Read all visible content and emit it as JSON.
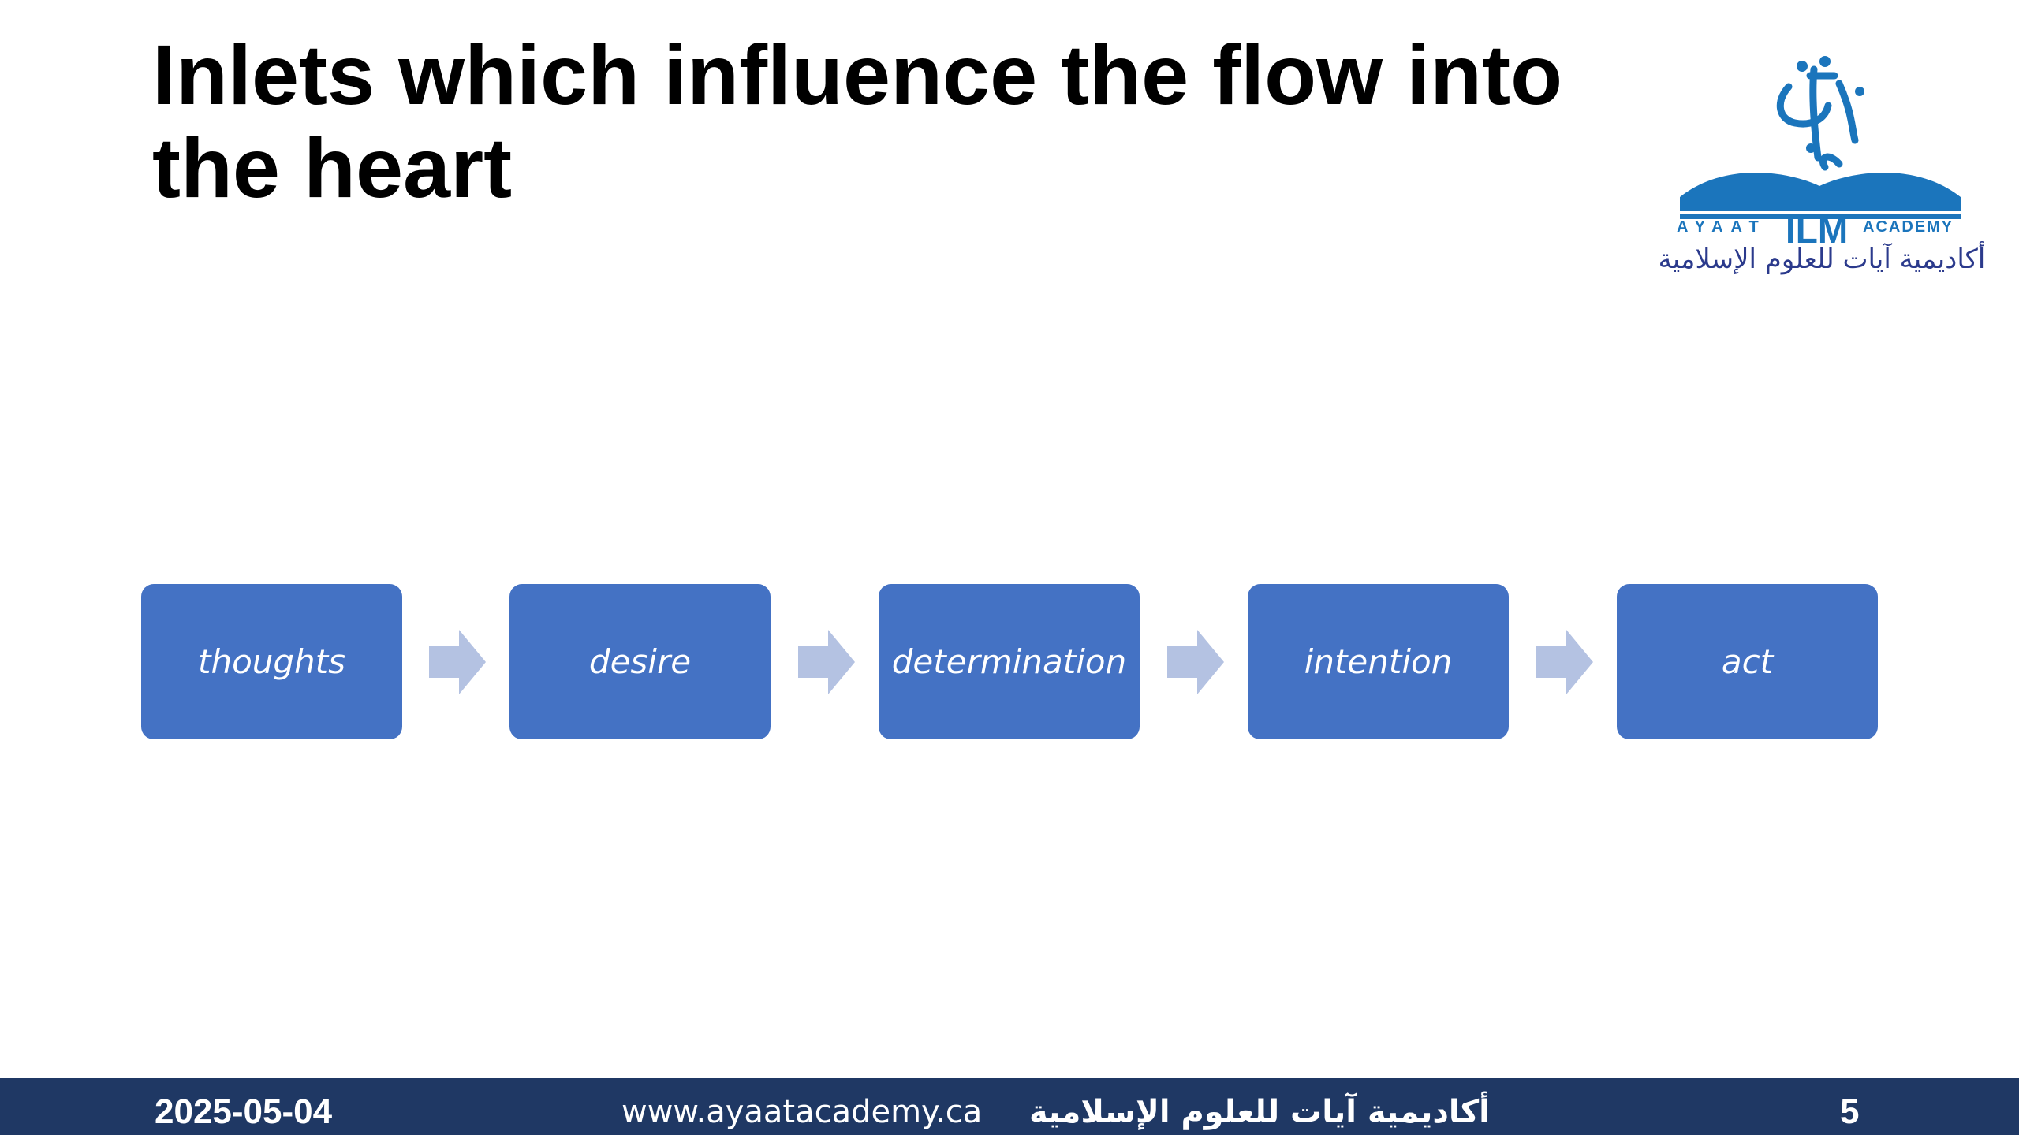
{
  "slide": {
    "title": "Inlets which influence the flow into the heart"
  },
  "logo": {
    "english_parts": [
      "AYAAT",
      "ILM",
      "ACADEMY"
    ],
    "arabic_text": "أكاديمية آيات للعلوم الإسلامية",
    "colors": {
      "primary": "#1b75bc",
      "arabic": "#2b3a8c"
    }
  },
  "flow": {
    "steps": [
      "thoughts",
      "desire",
      "determination",
      "intention",
      "act"
    ],
    "colors": {
      "box": "#4472c4",
      "arrow": "#b4c2e2",
      "text": "#ffffff"
    }
  },
  "footer": {
    "date": "2025-05-04",
    "url": "www.ayaatacademy.ca",
    "arabic_name": "أكاديمية آيات للعلوم الإسلامية",
    "page_number": "5",
    "background": "#1f3864"
  }
}
